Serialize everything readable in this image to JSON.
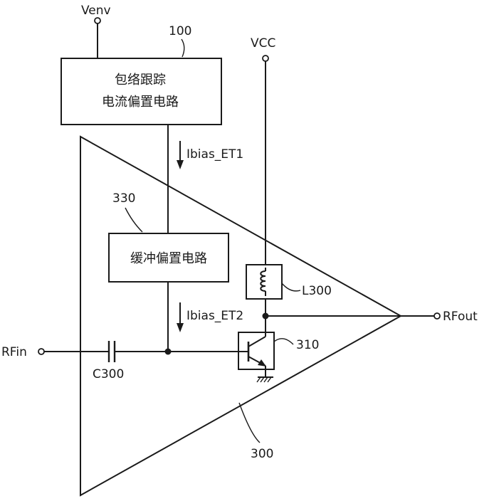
{
  "terminals": {
    "venv": "Venv",
    "vcc": "VCC",
    "rfin": "RFin",
    "rfout": "RFout"
  },
  "blocks": {
    "envelope_bias": {
      "ref": "100",
      "line1": "包络跟踪",
      "line2": "电流偏置电路"
    },
    "buffer_bias": {
      "ref": "330",
      "label": "缓冲偏置电路"
    }
  },
  "currents": {
    "ibias1": "Ibias_ET1",
    "ibias2": "Ibias_ET2"
  },
  "components": {
    "inductor": "L300",
    "capacitor": "C300",
    "transistor": "310",
    "amplifier": "300"
  }
}
